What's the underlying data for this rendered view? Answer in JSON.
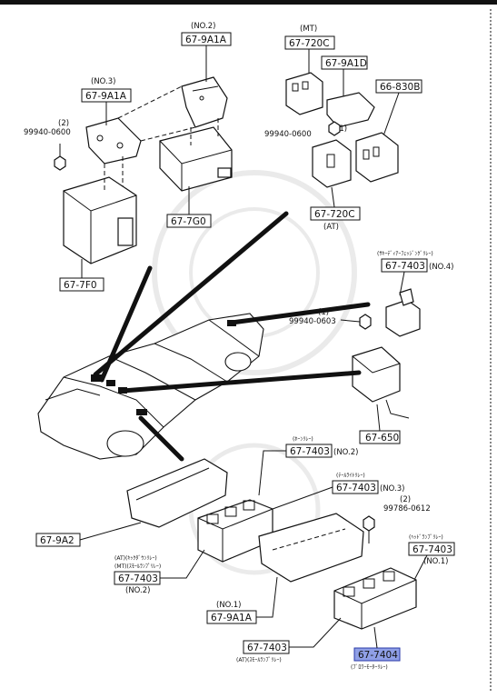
{
  "part_labels": {
    "p_9a1a_no2": "67-9A1A",
    "p_9a1a_no3": "67-9A1A",
    "p_720c_mt": "67-720C",
    "p_9a1d": "67-9A1D",
    "p_830b": "66-830B",
    "p_7g0": "67-7G0",
    "p_7f0": "67-7F0",
    "p_720c_at": "67-720C",
    "p_7403_no4": "67-7403",
    "p_650": "67-650",
    "p_7403_no2_top": "67-7403",
    "p_7403_no3": "67-7403",
    "p_9a2": "67-9A2",
    "p_7403_no2_left": "67-7403",
    "p_7403_no1": "67-7403",
    "p_9a1a_no1": "67-9A1A",
    "p_7403_small": "67-7403",
    "p_7404": "67-7404"
  },
  "annotations": {
    "no2_top": "(NO.2)",
    "mt": "(MT)",
    "no3_left": "(NO.3)",
    "bolt_qty_left": "(2)",
    "bolt_left": "99940-0600",
    "bolt_qty_mid": "(1)",
    "bolt_mid": "99940-0600",
    "at": "(AT)",
    "relay_no4_jp": "(ｻｷｰﾃﾞｨｱｰﾌｪｯｼﾞﾝｸﾞﾘﾚｰ)",
    "no4": "(NO.4)",
    "bolt_qty_right": "(1)",
    "bolt_right": "99940-0603",
    "horn_relay_jp": "(ﾎｰﾝﾘﾚｰ)",
    "no2_mid": "(NO.2)",
    "tail_relay_jp": "(ﾃｰﾙﾗｲﾄﾘﾚｰ)",
    "no3_mid": "(NO.3)",
    "bolt_qty_lower": "(2)",
    "bolt_lower": "99786-0612",
    "at_relay_jp": "(AT)(ｷｯｸﾀﾞｳﾝﾘﾚｰ)",
    "mt_relay_jp": "(MT)(ｽﾓｰﾙﾗﾝﾌﾟﾘﾚｰ)",
    "no2_left": "(NO.2)",
    "headlamp_relay_jp": "(ﾍｯﾄﾞﾗﾝﾌﾟﾘﾚｰ)",
    "no1_right": "(NO.1)",
    "no1_left": "(NO.1)",
    "small_lamp_jp": "(AT)(ｽﾓｰﾙﾗﾝﾌﾟﾘﾚｰ)",
    "blower_relay_jp": "(ﾌﾞﾛﾜｰﾓｰﾀｰﾘﾚｰ)"
  }
}
